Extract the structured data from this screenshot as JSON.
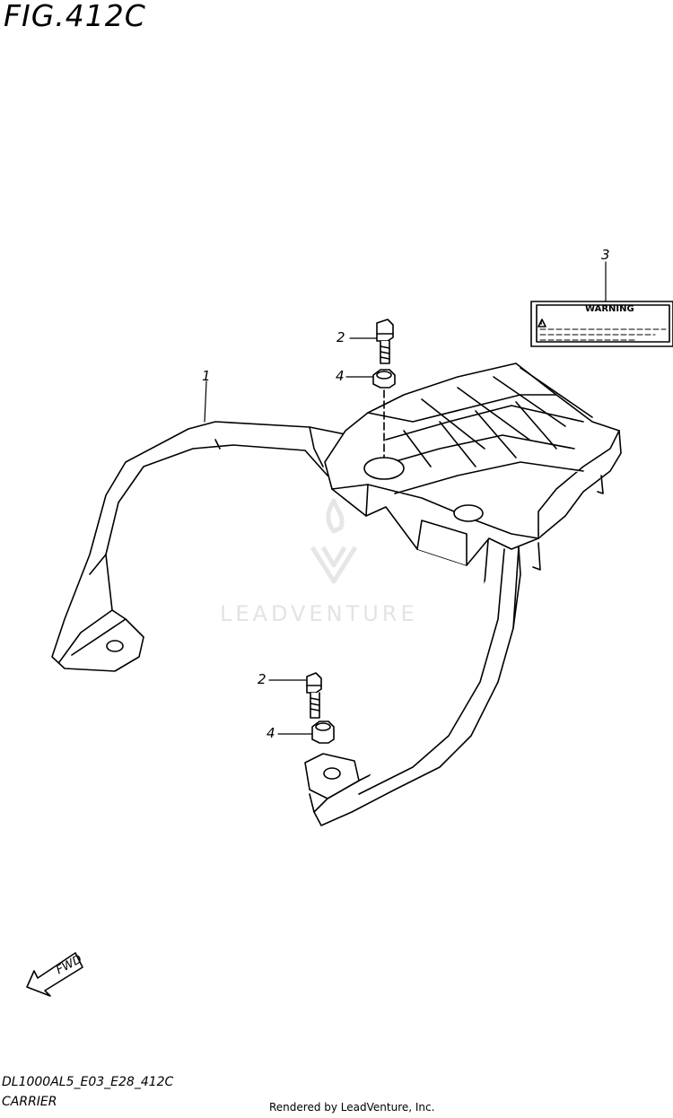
{
  "figure": {
    "title": "FIG.412C",
    "code": "DL1000AL5_E03_E28_412C",
    "name": "CARRIER"
  },
  "callouts": {
    "c1": "1",
    "c2a": "2",
    "c2b": "2",
    "c3": "3",
    "c4a": "4",
    "c4b": "4"
  },
  "label": {
    "heading": "WARNING"
  },
  "fwd": {
    "text": "FWD"
  },
  "watermark": {
    "text": "LEADVENTURE"
  },
  "footer": {
    "rendered": "Rendered by LeadVenture, Inc."
  }
}
